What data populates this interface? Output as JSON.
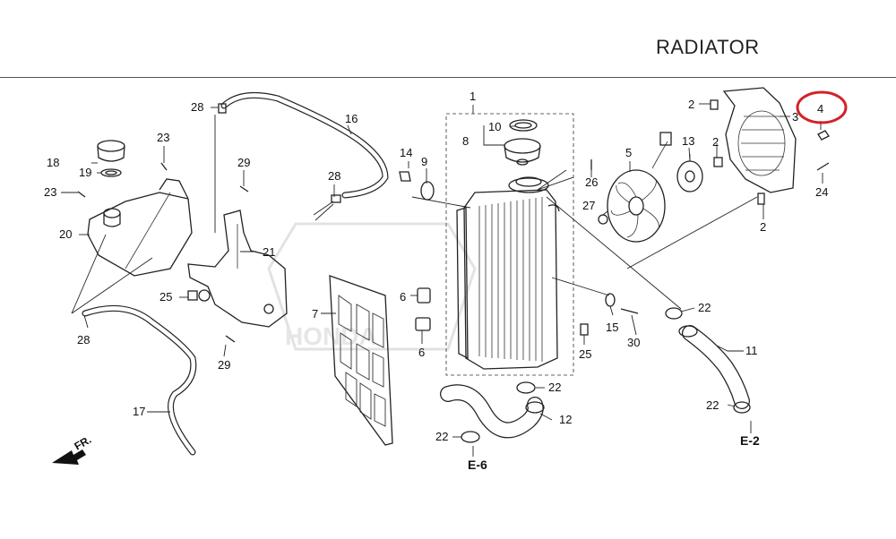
{
  "header": {
    "title": "RADIATOR"
  },
  "section_refs": {
    "e2": "E-2",
    "e6": "E-6"
  },
  "front_marker": "FR.",
  "highlight": {
    "part": "4",
    "color": "#d32027"
  },
  "callouts": {
    "c1": "1",
    "c2a": "2",
    "c2b": "2",
    "c2c": "2",
    "c3": "3",
    "c4": "4",
    "c5": "5",
    "c6a": "6",
    "c6b": "6",
    "c7": "7",
    "c8": "8",
    "c9": "9",
    "c10": "10",
    "c11": "11",
    "c12": "12",
    "c13": "13",
    "c14": "14",
    "c15": "15",
    "c16": "16",
    "c17": "17",
    "c18": "18",
    "c19": "19",
    "c20": "20",
    "c21": "21",
    "c22a": "22",
    "c22b": "22",
    "c22c": "22",
    "c22d": "22",
    "c23a": "23",
    "c23b": "23",
    "c24": "24",
    "c25a": "25",
    "c25b": "25",
    "c26": "26",
    "c27": "27",
    "c28a": "28",
    "c28b": "28",
    "c28c": "28",
    "c29a": "29",
    "c29b": "29",
    "c30": "30"
  }
}
